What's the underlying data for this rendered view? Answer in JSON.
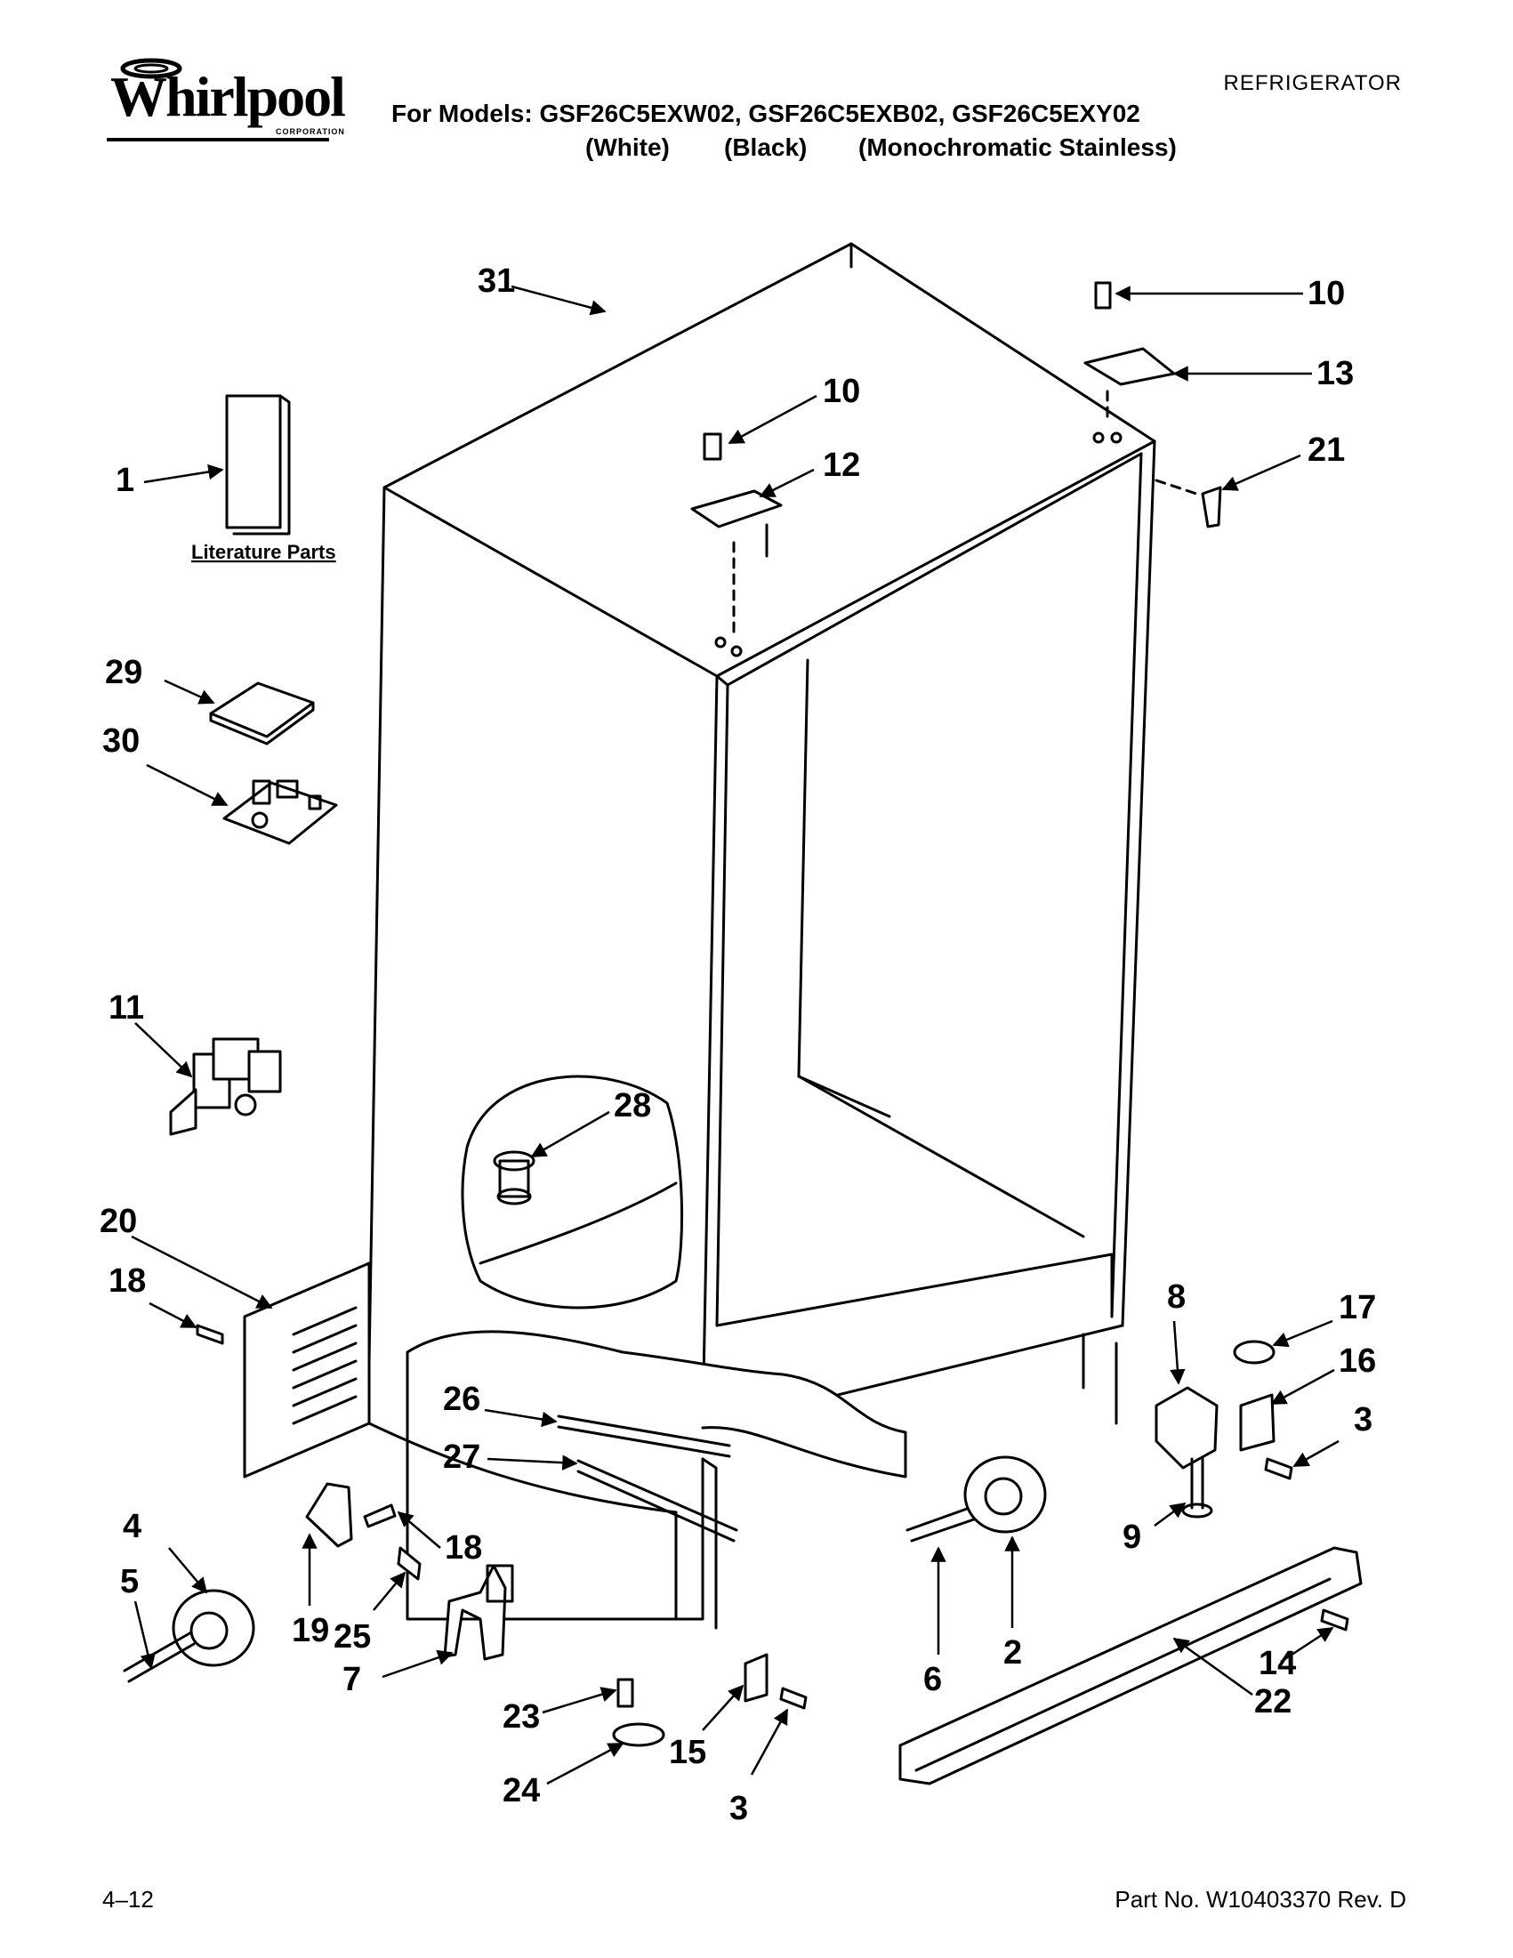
{
  "header": {
    "brand": "Whirlpool",
    "brand_sub": "CORPORATION",
    "category": "REFRIGERATOR",
    "models_line": "For Models: GSF26C5EXW02, GSF26C5EXB02, GSF26C5EXY02",
    "variants": [
      "(White)",
      "(Black)",
      "(Monochromatic Stainless)"
    ]
  },
  "diagram": {
    "literature_label": "Literature Parts",
    "callouts": {
      "c1": "1",
      "c2": "2",
      "c3a": "3",
      "c3b": "3",
      "c4": "4",
      "c5": "5",
      "c6": "6",
      "c7": "7",
      "c8": "8",
      "c9": "9",
      "c10a": "10",
      "c10b": "10",
      "c11": "11",
      "c12": "12",
      "c13": "13",
      "c14": "14",
      "c15": "15",
      "c16": "16",
      "c17": "17",
      "c18a": "18",
      "c18b": "18",
      "c19": "19",
      "c20": "20",
      "c21": "21",
      "c22": "22",
      "c23": "23",
      "c24": "24",
      "c25": "25",
      "c26": "26",
      "c27": "27",
      "c28": "28",
      "c29": "29",
      "c30": "30",
      "c31": "31"
    }
  },
  "footer": {
    "page_number": "4–12",
    "part_number": "Part No. W10403370 Rev. D"
  }
}
